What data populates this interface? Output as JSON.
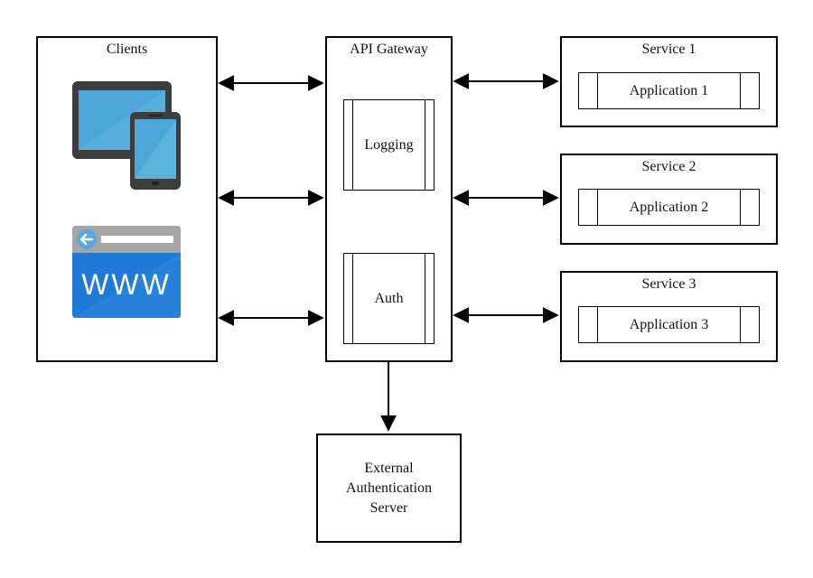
{
  "clients": {
    "title": "Clients"
  },
  "gateway": {
    "title": "API Gateway",
    "logging": "Logging",
    "auth": "Auth"
  },
  "services": [
    {
      "title": "Service 1",
      "app": "Application 1"
    },
    {
      "title": "Service 2",
      "app": "Application 2"
    },
    {
      "title": "Service 3",
      "app": "Application 3"
    }
  ],
  "external": {
    "line1": "External",
    "line2": "Authentication",
    "line3": "Server"
  },
  "browser": {
    "text": "WWW"
  },
  "colors": {
    "device_frame": "#3d3d3d",
    "screen": "#4da6d6",
    "browser_bar": "#a6a6a6",
    "browser_body": "#1e7ad6",
    "back_circle": "#5aa8dc"
  }
}
